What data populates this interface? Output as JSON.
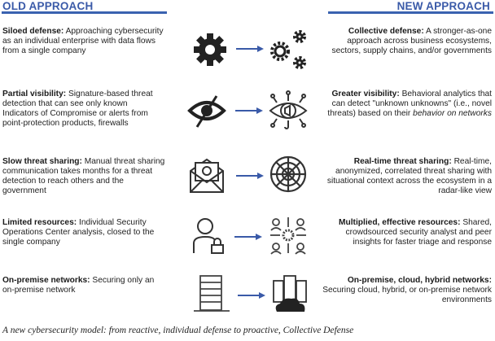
{
  "headers": {
    "old": "OLD APPROACH",
    "new": "NEW APPROACH"
  },
  "accent_color": "#3a5aa8",
  "rows": [
    {
      "old_title": "Siloed defense:",
      "old_text": " Approaching cybersecurity as an individual enterprise with data flows from a single company",
      "old_icon": "gear-icon",
      "new_icon": "multiple-gears-icon",
      "new_title": "Collective defense:",
      "new_text": " A stronger-as-one approach across business ecosystems, sectors, supply chains, and/or governments"
    },
    {
      "old_title": "Partial visibility:",
      "old_text": " Signature-based threat detection that can see only known Indicators of Compromise or alerts from point-protection products, firewalls",
      "old_icon": "eye-slash-icon",
      "new_icon": "network-eye-icon",
      "new_title": "Greater visibility:",
      "new_text": " Behavioral analytics that can detect \"unknown unknowns\" (i.e., novel threats) based on their ",
      "new_text_italic": "behavior on networks"
    },
    {
      "old_title": "Slow threat sharing:",
      "old_text": " Manual threat sharing communication takes months for a threat detection to reach others and the government",
      "old_icon": "email-icon",
      "new_icon": "radar-icon",
      "new_title": "Real-time threat sharing:",
      "new_text": " Real-time, anonymized, correlated  threat sharing with situational context across the ecosystem in a radar-like view"
    },
    {
      "old_title": "Limited resources:",
      "old_text": " Individual Security Operations Center analysis, closed to the single company",
      "old_icon": "user-lock-icon",
      "new_icon": "team-gear-icon",
      "new_title": "Multiplied, effective resources:",
      "new_text": " Shared, crowdsourced security analyst and peer insights for faster triage and response"
    },
    {
      "old_title": "On-premise networks:",
      "old_text": " Securing only an on-premise network",
      "old_icon": "server-building-icon",
      "new_icon": "cloud-servers-icon",
      "new_title": "On-premise, cloud, hybrid networks:",
      "new_text": " Securing cloud, hybrid, or on-premise network environments"
    }
  ],
  "caption": "A new cybersecurity model: from reactive, individual defense to proactive, Collective Defense"
}
